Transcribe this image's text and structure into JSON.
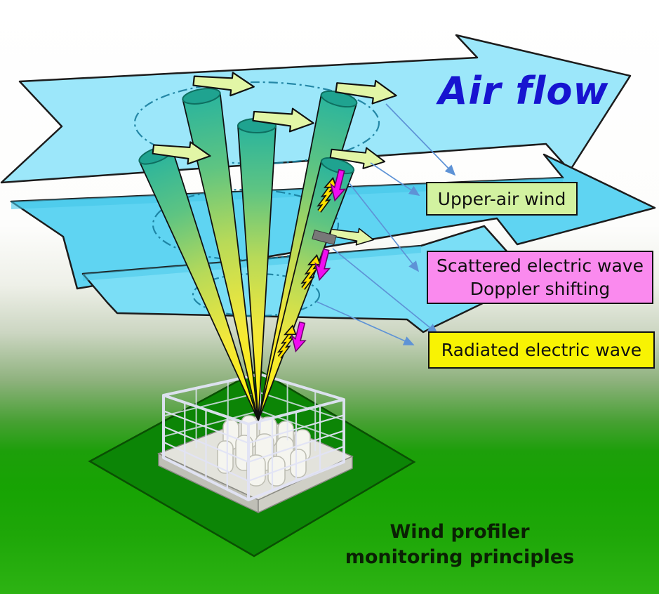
{
  "title": {
    "text": "Air flow",
    "color": "#1714d0"
  },
  "caption": {
    "line1": "Wind profiler",
    "line2": "monitoring principles",
    "color": "#0a2004"
  },
  "labels": {
    "upper_air_wind": {
      "text": "Upper-air wind",
      "bg": "#d2f2a0"
    },
    "scattered_doppler": {
      "line1": "Scattered electric wave",
      "line2": "Doppler shifting",
      "bg": "#fa8aee"
    },
    "radiated": {
      "text": "Radiated electric wave",
      "bg": "#f8f303"
    }
  },
  "diagram": {
    "airflow_plane_color": "#8ee2f7",
    "beam_top_color": "#2ab49d",
    "beam_base_color": "#fff200",
    "wind_arrow_color": "#e2f6a6",
    "doppler_arrow_color": "#f10df1",
    "radiated_bolt_color": "#ffe000",
    "leader_color": "#5e93d6",
    "ground_color": "#0c8506",
    "icons": [
      "airflow-plane-arrow",
      "wind-arrow-icon",
      "doppler-shift-arrow-icon",
      "lightning-bolt-icon",
      "scan-circle",
      "beam-cone",
      "radar-antenna",
      "enclosure-cage",
      "leader-arrow"
    ]
  }
}
